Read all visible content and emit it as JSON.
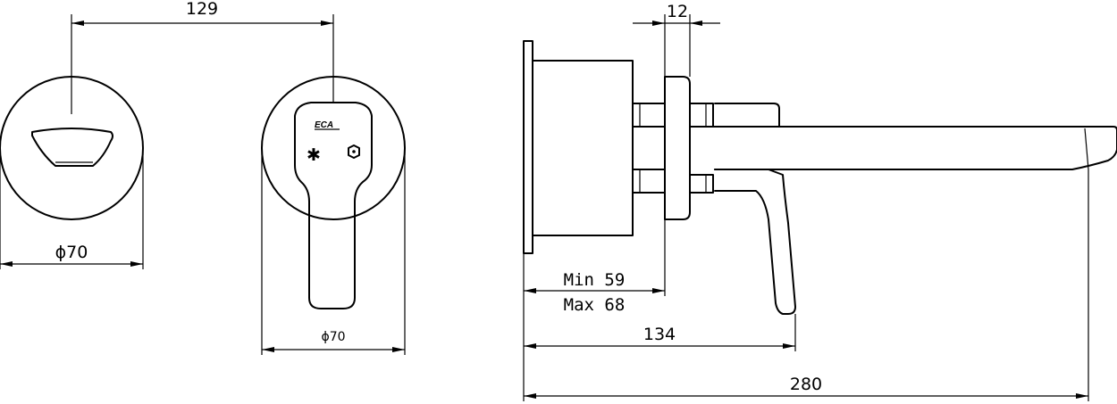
{
  "dimensions": {
    "center_distance": "129",
    "rosette_diameter_front": "ϕ70",
    "rosette_diameter_mixer": "ϕ70",
    "wall_plate_thickness": "12",
    "depth_min": "Min 59",
    "depth_max": "Max 68",
    "lever_projection": "134",
    "spout_projection": "280"
  },
  "mixer": {
    "logo": "ECA",
    "cold_symbol": "✱",
    "hot_symbol": "hot-symbol"
  },
  "colors": {
    "line": "#000000",
    "background": "#ffffff"
  }
}
